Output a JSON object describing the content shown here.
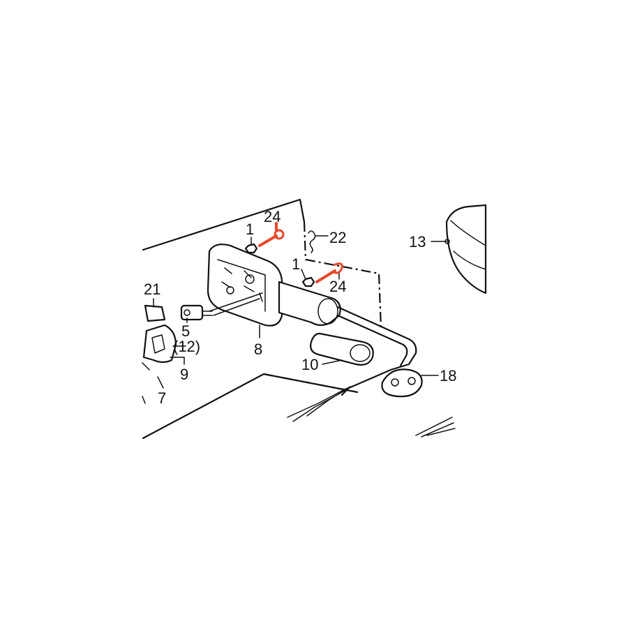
{
  "colors": {
    "ink": "#111111",
    "highlight": "#e8472a",
    "background": "#ffffff"
  },
  "callouts": {
    "c1a": "1",
    "c24a": "24",
    "c22": "22",
    "c13": "13",
    "c1b": "1",
    "c24b": "24",
    "c21": "21",
    "c5": "5",
    "c12": "(12)",
    "c9": "9",
    "c8": "8",
    "c7": "7",
    "c10": "10",
    "c18": "18"
  }
}
